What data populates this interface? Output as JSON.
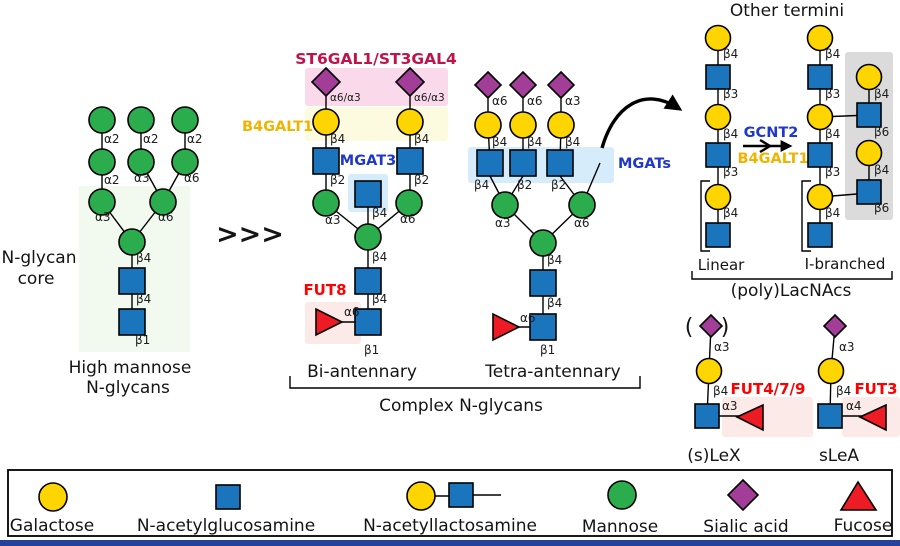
{
  "colors": {
    "galactose": "#FFD500",
    "glcnac": "#1B75BC",
    "mannose": "#2BAD4E",
    "sialic_acid": "#A23E97",
    "fucose": "#ED1C24",
    "enzyme_red": "#FF0000",
    "enzyme_blue": "#2038C8",
    "enzyme_gold": "#F0B400",
    "enzyme_crimson": "#C01349",
    "bg_pink": "#F9D9EA",
    "bg_yellow": "#FDFBDF",
    "bg_blue": "#D7ECFA",
    "bg_red": "#FBEAE8",
    "bg_gray": "#DBDBDB",
    "bg_green": "#F2F9EF",
    "footer": "#24419E"
  },
  "flow": {
    "chevrons": ">>>"
  },
  "high_mannose": {
    "core_label": [
      "N-glycan",
      "core"
    ],
    "caption": [
      "High mannose",
      "N-glycans"
    ],
    "linkages": [
      "α2",
      "α2",
      "α2",
      "α2",
      "α3",
      "α6",
      "α3",
      "α6",
      "β4",
      "β4",
      "β1"
    ]
  },
  "bi": {
    "caption": "Bi-antennary",
    "st_label": "ST6GAL1/ST3GAL4",
    "b4galt1_label": "B4GALT1",
    "mgat3_label": "MGAT3",
    "fut8_label": "FUT8",
    "linkages": [
      "α6/α3",
      "α6/α3",
      "β4",
      "β4",
      "β2",
      "β2",
      "β4",
      "α3",
      "α6",
      "β4",
      "β4",
      "α6",
      "β1"
    ]
  },
  "tetra": {
    "caption": "Tetra-antennary",
    "mgats_label": "MGATs",
    "linkages": [
      "α6",
      "α6",
      "α3",
      "β4",
      "β4",
      "β4",
      "β4",
      "β2",
      "β2",
      "α3",
      "α6",
      "β4",
      "β4",
      "α6",
      "β1"
    ]
  },
  "complex": {
    "caption": "Complex N-glycans"
  },
  "termini": {
    "title": "Other termini",
    "gcnt2_label": "GCNT2",
    "b4galt1_label": "B4GALT1",
    "linear_label": "Linear",
    "ibranched_label": "I-branched",
    "polylacnacs_label": "(poly)LacNAcs",
    "linear_linkages": [
      "β4",
      "β3",
      "β4",
      "β3",
      "β4"
    ],
    "ibranched_linkages": [
      "β4",
      "β3",
      "β4",
      "β3",
      "β4"
    ],
    "branch_linkages": [
      "β4",
      "β6",
      "β4",
      "β6"
    ]
  },
  "lewis": {
    "slex": {
      "caption": "(s)LeX",
      "enzyme": "FUT4/7/9",
      "paren_open": "(",
      "paren_close": ")",
      "linkages": [
        "α3",
        "β4",
        "α3"
      ]
    },
    "slea": {
      "caption": "sLeA",
      "enzyme": "FUT3",
      "linkages": [
        "α3",
        "β4",
        "α4"
      ]
    }
  },
  "legend": {
    "items": [
      {
        "label": "Galactose",
        "symbol": "yellow-circle"
      },
      {
        "label": "N-acetylglucosamine",
        "symbol": "blue-square"
      },
      {
        "label": "N-acetyllactosamine",
        "symbol": "yellow-circle-blue-square"
      },
      {
        "label": "Mannose",
        "symbol": "green-circle"
      },
      {
        "label": "Sialic acid",
        "symbol": "purple-diamond"
      },
      {
        "label": "Fucose",
        "symbol": "red-triangle"
      }
    ]
  }
}
